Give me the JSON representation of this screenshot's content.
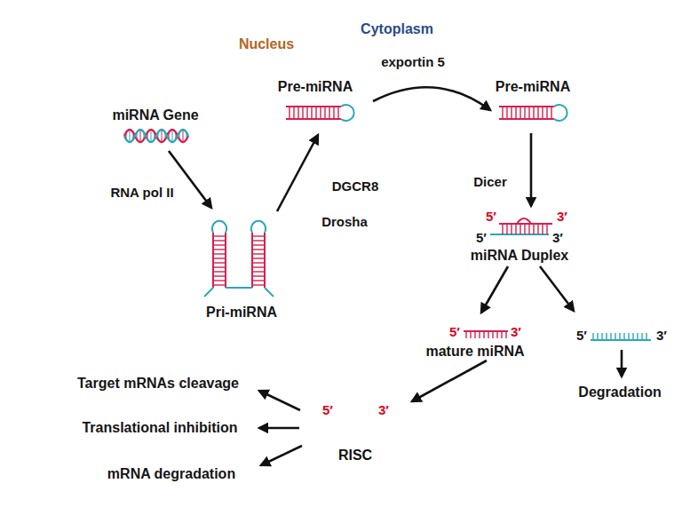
{
  "diagram": {
    "nodes": [
      {
        "text": [
          "Cytoplasm"
        ]
      },
      {
        "text": [
          "Nucleus"
        ],
        "in": 0
      },
      {
        "text": [
          "RNA pol II"
        ],
        "in": 1
      },
      {
        "text": [
          "DGCR8"
        ],
        "in": 1
      },
      {
        "text": [
          "Drosha"
        ],
        "in": 1
      },
      {
        "text": [
          "exportin 5"
        ],
        "in": 0
      },
      {
        "text": [
          "Dicer"
        ],
        "in": 0
      },
      {
        "text": [
          "5′",
          "3′",
          "RISC"
        ],
        "in": 0
      }
    ],
    "labels": [
      "miRNA Gene",
      "Pre-miRNA",
      "Pri-miRNA",
      "Pre-miRNA",
      "5′",
      "3′",
      "5′",
      "3′",
      "miRNA Duplex",
      "5′",
      "3′",
      "mature miRNA",
      "5′",
      "3′",
      "Degradation",
      "Target mRNAs cleavage",
      "Translational inhibition",
      "mRNA degradation"
    ]
  }
}
